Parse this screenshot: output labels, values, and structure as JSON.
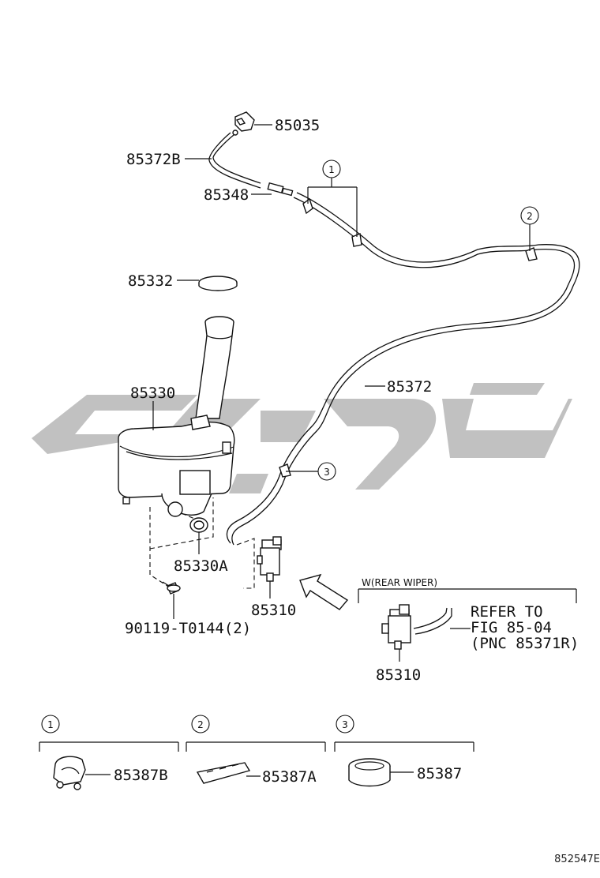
{
  "diagram_code": "852547E",
  "parts": {
    "nozzle": "85035",
    "hose_upper": "85372B",
    "joint": "85348",
    "tank_cap": "85332",
    "tank": "85330",
    "hose_main": "85372",
    "grommet": "85330A",
    "bolt": "90119-T0144(2)",
    "pump_front": "85310",
    "pump_rear": "85310"
  },
  "callouts": [
    "1",
    "2",
    "3"
  ],
  "rear_wiper": {
    "title": "W(REAR WIPER)",
    "refer_line1": "REFER TO",
    "refer_line2": "FIG 85-04",
    "refer_line3": "(PNC 85371R)"
  },
  "clamps": [
    {
      "num": "1",
      "part": "85387B"
    },
    {
      "num": "2",
      "part": "85387A"
    },
    {
      "num": "3",
      "part": "85387"
    }
  ],
  "colors": {
    "ink": "#111111",
    "watermark": "#8e8e8e"
  }
}
